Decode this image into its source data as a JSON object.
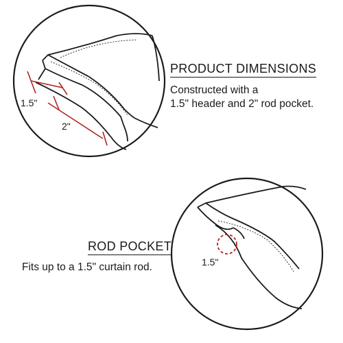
{
  "product_dimensions": {
    "heading": "PRODUCT DIMENSIONS",
    "line1": "Constructed with a",
    "line2": "1.5\" header and 2\" rod pocket.",
    "header_label": "1.5\"",
    "pocket_label": "2\""
  },
  "rod_pocket": {
    "heading": "ROD POCKET",
    "description": "Fits up to a 1.5\" curtain rod.",
    "rod_label": "1.5\""
  },
  "colors": {
    "outline": "#1a1a1a",
    "accent": "#b22222"
  }
}
